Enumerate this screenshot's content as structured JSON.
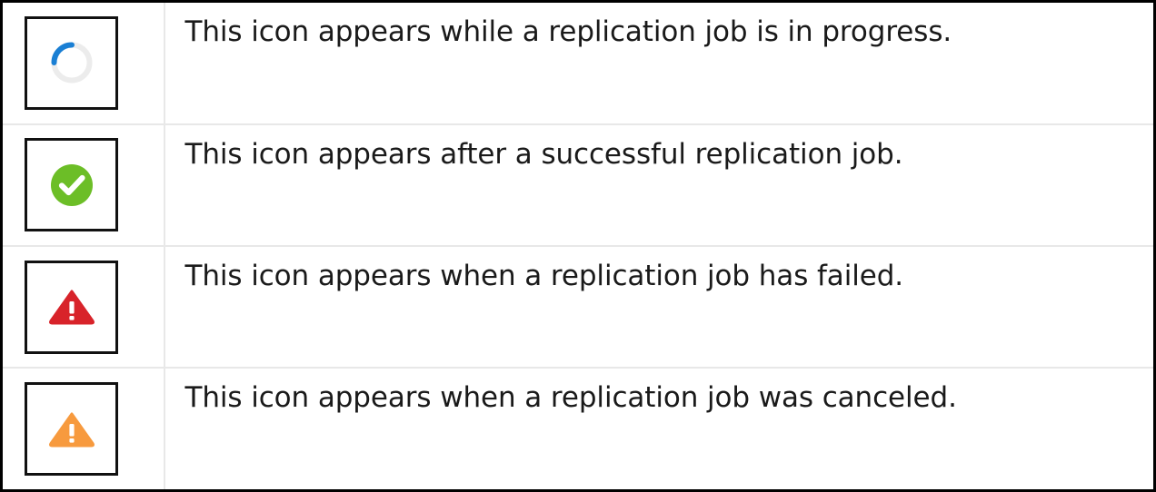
{
  "table": {
    "rows": [
      {
        "icon": "spinner-in-progress-icon",
        "icon_kind": "spinner",
        "description": "This icon appears while a replication job is in progress.",
        "colors": {
          "track": "#ececec",
          "arc": "#1a7fd4"
        }
      },
      {
        "icon": "success-check-circle-icon",
        "icon_kind": "check-circle",
        "description": "This icon appears after a successful replication job.",
        "colors": {
          "fill": "#6cbe27",
          "mark": "#ffffff"
        }
      },
      {
        "icon": "error-warning-triangle-icon",
        "icon_kind": "warning-triangle",
        "description": "This icon appears when a replication job has failed.",
        "colors": {
          "fill": "#d8232a",
          "mark": "#ffffff"
        }
      },
      {
        "icon": "canceled-warning-triangle-icon",
        "icon_kind": "warning-triangle",
        "description": "This icon appears when a replication job was canceled.",
        "colors": {
          "fill": "#f79a3e",
          "mark": "#ffffff"
        }
      }
    ]
  },
  "style": {
    "outer_border_color": "#000000",
    "divider_color": "#e8e8e8",
    "icon_box_border_color": "#111111",
    "text_color": "#1a1a1a",
    "background": "#ffffff"
  }
}
